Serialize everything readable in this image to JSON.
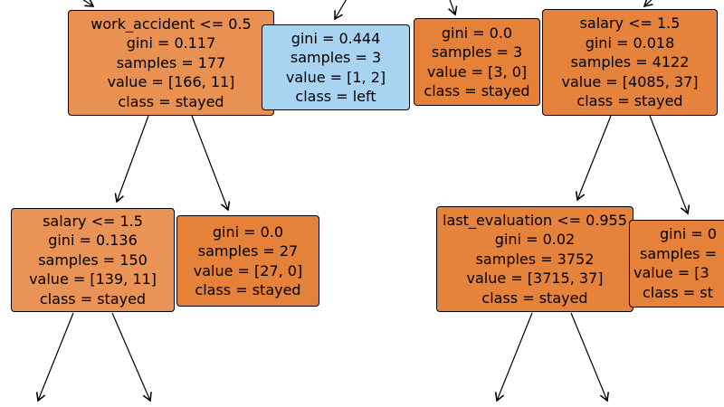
{
  "figure": {
    "kind": "decision-tree-plot",
    "background": "#ffffff",
    "text_color": "#000000",
    "border_color": "#000000"
  },
  "palette": {
    "class_stayed_pure": "#e58139",
    "class_left_light": "#a8d4f1"
  },
  "nodes": [
    {
      "id": "work-accident-split",
      "class_label": "stayed",
      "fill": "#e89152",
      "lines": [
        "work_accident <= 0.5",
        "gini = 0.117",
        "samples = 177",
        "value = [166, 11]",
        "class = stayed"
      ]
    },
    {
      "id": "leaf-left",
      "class_label": "left",
      "fill": "#a8d4f1",
      "lines": [
        "gini = 0.444",
        "samples = 3",
        "value = [1, 2]",
        "class = left"
      ]
    },
    {
      "id": "leaf-stayed-3",
      "class_label": "stayed",
      "fill": "#e58139",
      "lines": [
        "gini = 0.0",
        "samples = 3",
        "value = [3, 0]",
        "class = stayed"
      ]
    },
    {
      "id": "salary-split-right",
      "class_label": "stayed",
      "fill": "#e5833c",
      "lines": [
        "salary <= 1.5",
        "gini = 0.018",
        "samples = 4122",
        "value = [4085, 37]",
        "class = stayed"
      ]
    },
    {
      "id": "salary-split-left",
      "class_label": "stayed",
      "fill": "#e99356",
      "lines": [
        "salary <= 1.5",
        "gini = 0.136",
        "samples = 150",
        "value = [139, 11]",
        "class = stayed"
      ]
    },
    {
      "id": "leaf-stayed-27",
      "class_label": "stayed",
      "fill": "#e58139",
      "lines": [
        "gini = 0.0",
        "samples = 27",
        "value = [27, 0]",
        "class = stayed"
      ]
    },
    {
      "id": "last-evaluation-split",
      "class_label": "stayed",
      "fill": "#e5833c",
      "lines": [
        "last_evaluation <= 0.955",
        "gini = 0.02",
        "samples = 3752",
        "value = [3715, 37]",
        "class = stayed"
      ]
    },
    {
      "id": "clipped-right-node",
      "class_label": "stayed",
      "fill": "#e58139",
      "lines": [
        "gini = 0",
        "samples =",
        "value = [3",
        "class = st"
      ]
    }
  ],
  "edges": [
    {
      "from": "offscreen-parent",
      "to": "work-accident-split"
    },
    {
      "from": "offscreen-parent",
      "to": "leaf-left"
    },
    {
      "from": "offscreen-parent",
      "to": "leaf-stayed-3"
    },
    {
      "from": "offscreen-parent",
      "to": "salary-split-right"
    },
    {
      "from": "work-accident-split",
      "to": "salary-split-left"
    },
    {
      "from": "work-accident-split",
      "to": "leaf-stayed-27"
    },
    {
      "from": "salary-split-right",
      "to": "last-evaluation-split"
    },
    {
      "from": "salary-split-right",
      "to": "clipped-right-node"
    },
    {
      "from": "salary-split-left",
      "to": "offscreen-child"
    },
    {
      "from": "salary-split-left",
      "to": "offscreen-child"
    },
    {
      "from": "last-evaluation-split",
      "to": "offscreen-child"
    },
    {
      "from": "last-evaluation-split",
      "to": "offscreen-child"
    }
  ]
}
